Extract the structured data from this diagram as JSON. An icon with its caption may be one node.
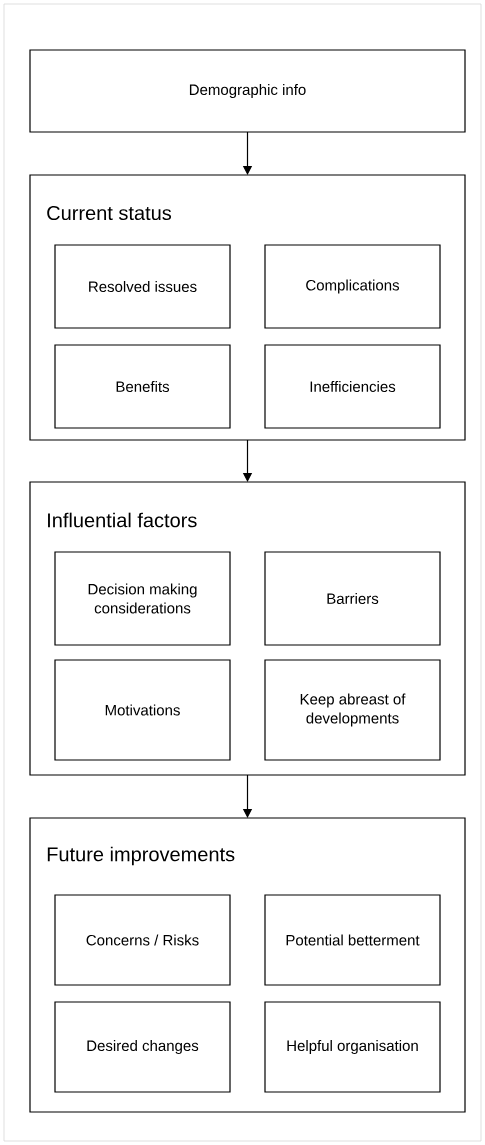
{
  "diagram": {
    "nodes": [
      {
        "text": [
          "Demographic info"
        ]
      },
      {
        "text": [
          "Current status"
        ]
      },
      {
        "text": [
          "Resolved issues"
        ],
        "in": 1
      },
      {
        "text": [
          "Complications"
        ],
        "in": 1
      },
      {
        "text": [
          "Benefits"
        ],
        "in": 1
      },
      {
        "text": [
          "Inefficiencies"
        ],
        "in": 1
      },
      {
        "text": [
          "Influential factors"
        ]
      },
      {
        "text": [
          "Decision making considerations"
        ],
        "in": 6
      },
      {
        "text": [
          "Barriers"
        ],
        "in": 6
      },
      {
        "text": [
          "Motivations"
        ],
        "in": 6
      },
      {
        "text": [
          "Keep abreast of developments"
        ],
        "in": 6
      },
      {
        "text": [
          "Future improvements"
        ]
      },
      {
        "text": [
          "Concerns / Risks"
        ],
        "in": 11
      },
      {
        "text": [
          "Potential betterment"
        ],
        "in": 11
      },
      {
        "text": [
          "Desired changes"
        ],
        "in": 11
      },
      {
        "text": [
          "Helpful organisation"
        ],
        "in": 11
      }
    ],
    "edges": [
      {
        "from": 0,
        "to": 1,
        "arrow": "to"
      },
      {
        "from": 1,
        "to": 6,
        "arrow": "to"
      },
      {
        "from": 6,
        "to": 11,
        "arrow": "to"
      }
    ]
  }
}
